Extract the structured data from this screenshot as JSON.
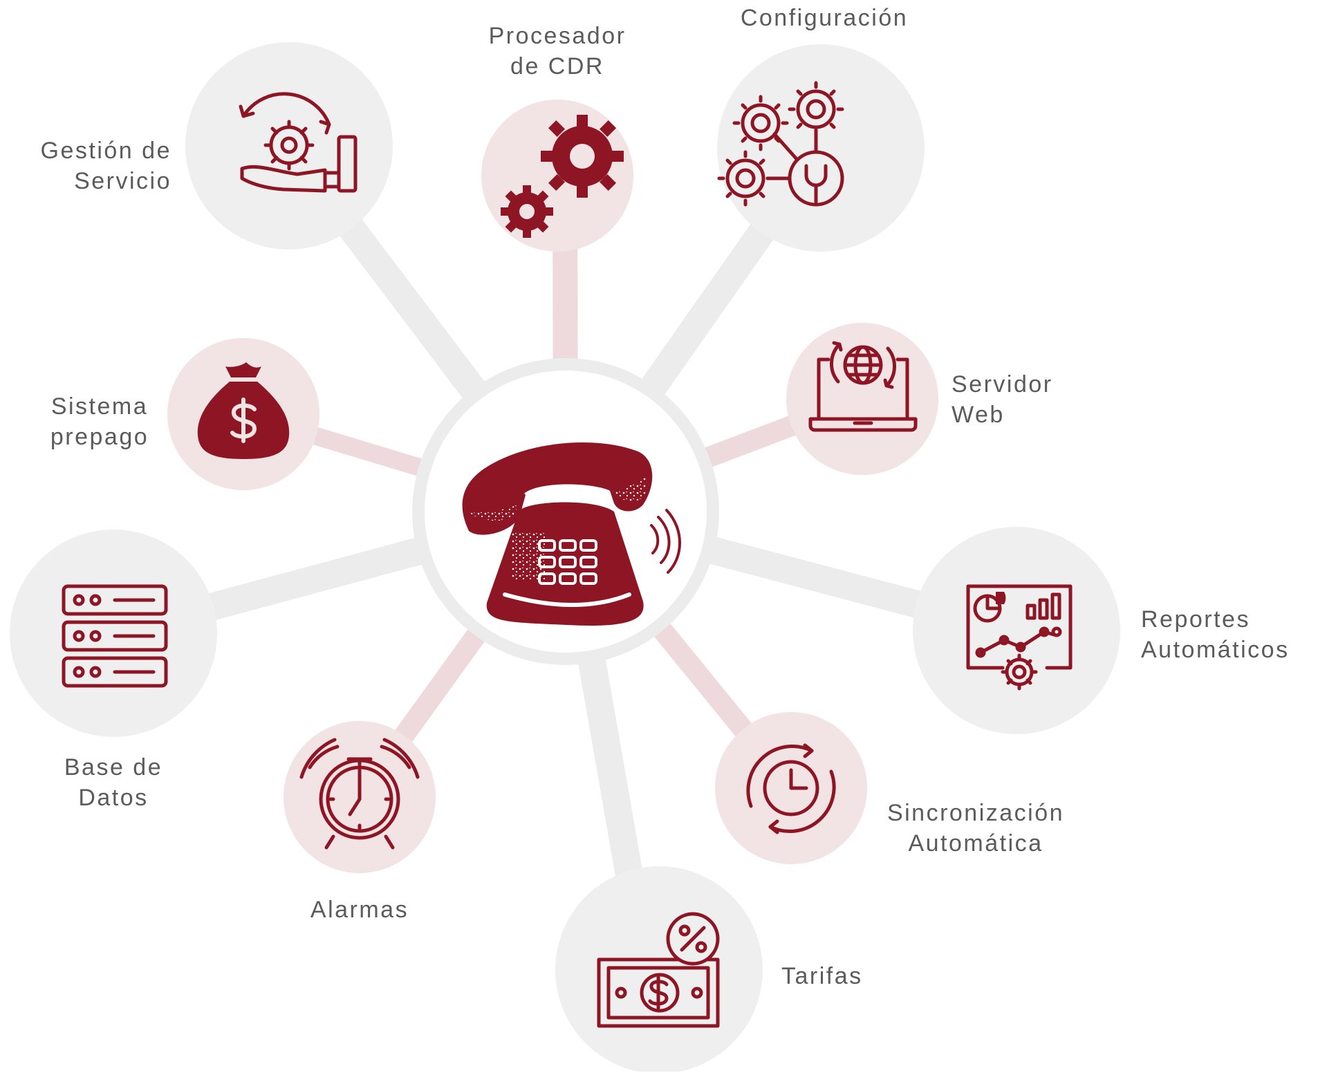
{
  "hub": {
    "icon": "telephone-icon"
  },
  "nodes": [
    {
      "id": "gestion-servicio",
      "lines": [
        "Gestión de",
        "Servicio"
      ],
      "icon": "hand-gear-cycle-icon"
    },
    {
      "id": "procesador-cdr",
      "lines": [
        "Procesador",
        "de CDR"
      ],
      "icon": "gears-icon"
    },
    {
      "id": "configuracion",
      "lines": [
        "Configuración"
      ],
      "icon": "gear-network-icon"
    },
    {
      "id": "servidor-web",
      "lines": [
        "Servidor",
        "Web"
      ],
      "icon": "laptop-globe-icon"
    },
    {
      "id": "reportes-automaticos",
      "lines": [
        "Reportes",
        "Automáticos"
      ],
      "icon": "dashboard-report-icon"
    },
    {
      "id": "sincronizacion-automatica",
      "lines": [
        "Sincronización",
        "Automática"
      ],
      "icon": "clock-sync-icon"
    },
    {
      "id": "tarifas",
      "lines": [
        "Tarifas"
      ],
      "icon": "money-percent-icon"
    },
    {
      "id": "alarmas",
      "lines": [
        "Alarmas"
      ],
      "icon": "alarm-clock-icon"
    },
    {
      "id": "base-datos",
      "lines": [
        "Base de",
        "Datos"
      ],
      "icon": "database-server-icon"
    },
    {
      "id": "sistema-prepago",
      "lines": [
        "Sistema",
        "prepago"
      ],
      "icon": "money-bag-icon"
    }
  ],
  "colors": {
    "accent": "#8e1624",
    "circle_gray": "#efefef",
    "circle_pink": "#f2e3e4",
    "connector_gray": "#ececec",
    "connector_pink": "#eedadc",
    "label_text": "#5b5b5b"
  }
}
